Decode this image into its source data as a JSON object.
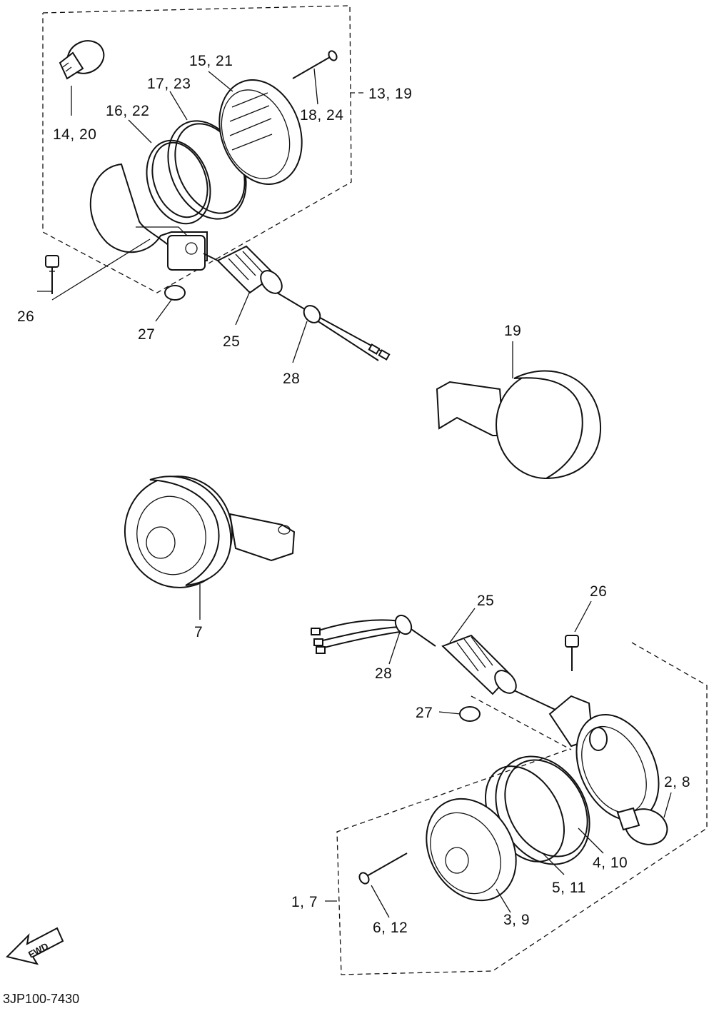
{
  "callouts": {
    "c_15_21": "15, 21",
    "c_17_23": "17, 23",
    "c_16_22": "16, 22",
    "c_14_20": "14, 20",
    "c_13_19": "13, 19",
    "c_18_24": "18, 24",
    "c_26_top": "26",
    "c_27_top": "27",
    "c_25_top": "25",
    "c_28_top": "28",
    "c_19": "19",
    "c_7": "7",
    "c_25_bottom": "25",
    "c_26_bottom": "26",
    "c_28_bottom": "28",
    "c_27_bottom": "27",
    "c_2_8": "2, 8",
    "c_4_10": "4, 10",
    "c_5_11": "5, 11",
    "c_1_7": "1, 7",
    "c_6_12": "6, 12",
    "c_3_9": "3, 9"
  },
  "fwd_arrow": "FWD",
  "diagram_code": "3JP100-7430"
}
